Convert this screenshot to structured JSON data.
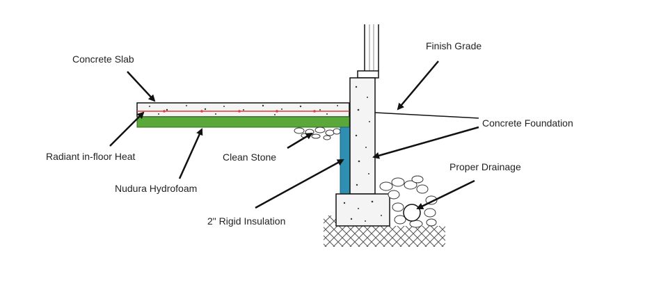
{
  "labels": {
    "concrete_slab": "Concrete Slab",
    "radiant_heat": "Radiant in-floor Heat",
    "hydrofoam": "Nudura Hydrofoam",
    "clean_stone": "Clean Stone",
    "rigid_insulation": "2\" Rigid Insulation",
    "finish_grade": "Finish Grade",
    "concrete_foundation": "Concrete Foundation",
    "proper_drainage": "Proper Drainage"
  },
  "colors": {
    "hydrofoam": "#5ba83a",
    "insulation": "#2f8fb3",
    "radiant_line": "#e23b3b",
    "concrete": "#f4f4f4",
    "line": "#111111"
  }
}
